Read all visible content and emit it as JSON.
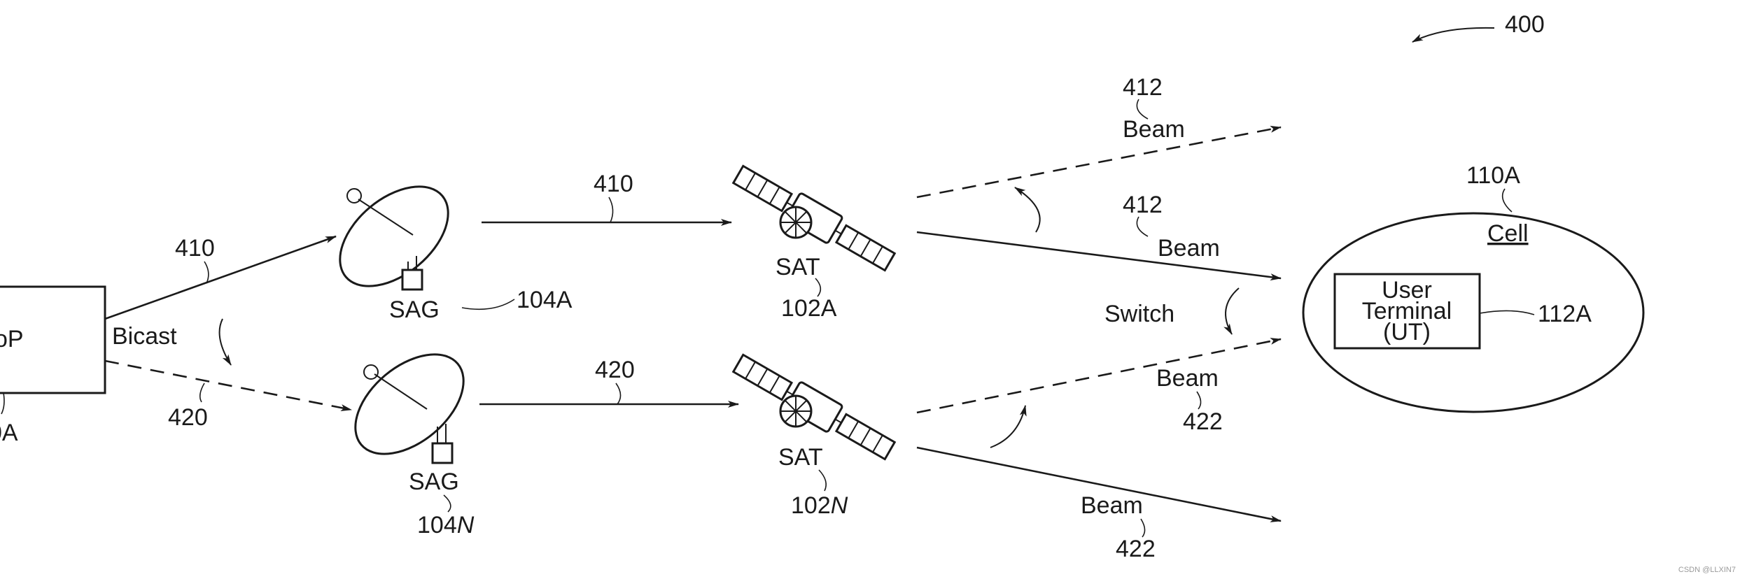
{
  "figure_number": "400",
  "pop": {
    "label": "oP",
    "ref": "0A"
  },
  "links": {
    "bicast": "Bicast",
    "path_410": "410",
    "path_420": "420"
  },
  "sag_a": {
    "label": "SAG",
    "ref": "104A"
  },
  "sag_n": {
    "label": "SAG",
    "ref_prefix": "104",
    "ref_suffix": "N"
  },
  "sat_a": {
    "label": "SAT",
    "ref": "102A"
  },
  "sat_n": {
    "label": "SAT",
    "ref_prefix": "102",
    "ref_suffix": "N"
  },
  "beams": {
    "upper_ref": "412",
    "upper_label": "Beam",
    "mid_ref": "412",
    "mid_label": "Beam",
    "lower_label": "Beam",
    "lower_ref": "422",
    "bottom_label": "Beam",
    "bottom_ref": "422",
    "switch": "Switch"
  },
  "cell": {
    "ref": "110A",
    "label": "Cell"
  },
  "ut": {
    "line1": "User",
    "line2": "Terminal",
    "line3": "(UT)",
    "ref": "112A"
  },
  "watermark": "CSDN @LLXIN7"
}
